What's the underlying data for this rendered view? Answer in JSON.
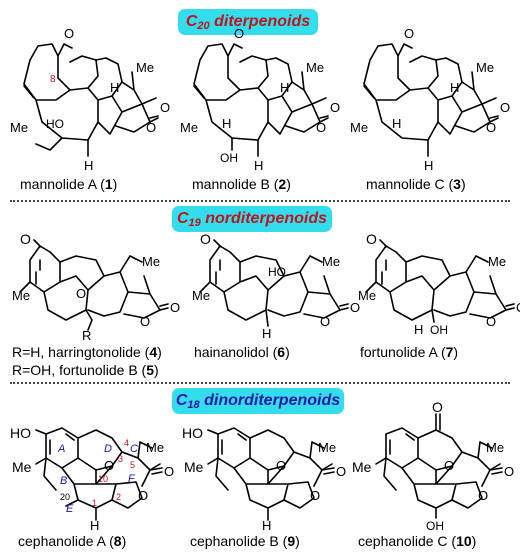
{
  "sections": {
    "c20": {
      "num": "20",
      "title": "diterpenoids"
    },
    "c19": {
      "num": "19",
      "title": "norditerpenoids"
    },
    "c18": {
      "num": "18",
      "title": "dinorditerpenoids"
    }
  },
  "compounds": [
    {
      "name": "mannolide A",
      "num": "1"
    },
    {
      "name": "mannolide B",
      "num": "2"
    },
    {
      "name": "mannolide C",
      "num": "3"
    },
    {
      "name": "R=H, harringtonolide",
      "num": "4"
    },
    {
      "name": "R=OH, fortunolide B",
      "num": "5"
    },
    {
      "name": "hainanolidol",
      "num": "6"
    },
    {
      "name": "fortunolide A",
      "num": "7"
    },
    {
      "name": "cephanolide A",
      "num": "8"
    },
    {
      "name": "cephanolide B",
      "num": "9"
    },
    {
      "name": "cephanolide C",
      "num": "10"
    }
  ],
  "atom_labels": {
    "me": "Me",
    "ho": "HO",
    "oh": "OH",
    "o": "O",
    "h": "H",
    "r": "R"
  },
  "locants": {
    "n8": "8",
    "n4": "4",
    "n5": "5",
    "n3": "3",
    "n10": "10",
    "n1": "1",
    "n2": "2",
    "n20": "20"
  },
  "rings": {
    "a": "A",
    "b": "B",
    "c": "C",
    "d": "D",
    "e": "E",
    "f": "F"
  },
  "colors": {
    "banner": "#33ddee",
    "red": "#c0141c",
    "blue": "#1a1aa8"
  }
}
